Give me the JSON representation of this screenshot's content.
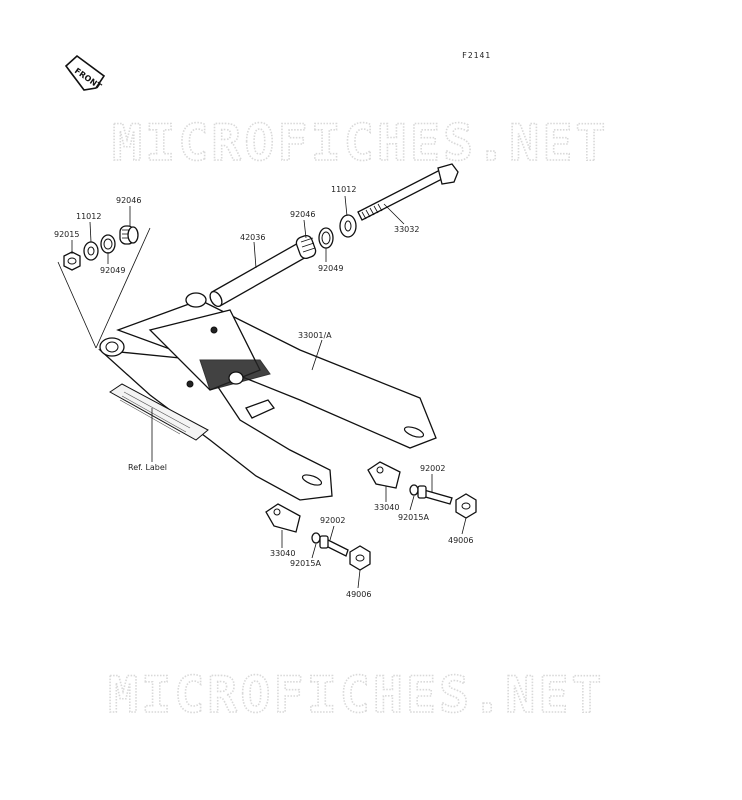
{
  "figure_code": "F2141",
  "front_badge": "FRONT",
  "watermark": {
    "top": "MICROFICHES.NET",
    "bottom": "MICROFICHES.NET"
  },
  "labels": {
    "p92046_left": "92046",
    "p11012_left": "11012",
    "p92015_left": "92015",
    "p92049_left": "92049",
    "p11012_right": "11012",
    "p33032": "33032",
    "p92046_mid": "92046",
    "p42036": "42036",
    "p92049_mid": "92049",
    "p33001": "33001/A",
    "ref_label": "Ref. Label",
    "p92002_right": "92002",
    "p33040_right": "33040",
    "p92015A_right": "92015A",
    "p49006_right": "49006",
    "p92002_low": "92002",
    "p33040_low": "33040",
    "p92015A_low": "92015A",
    "p49006_low": "49006"
  }
}
